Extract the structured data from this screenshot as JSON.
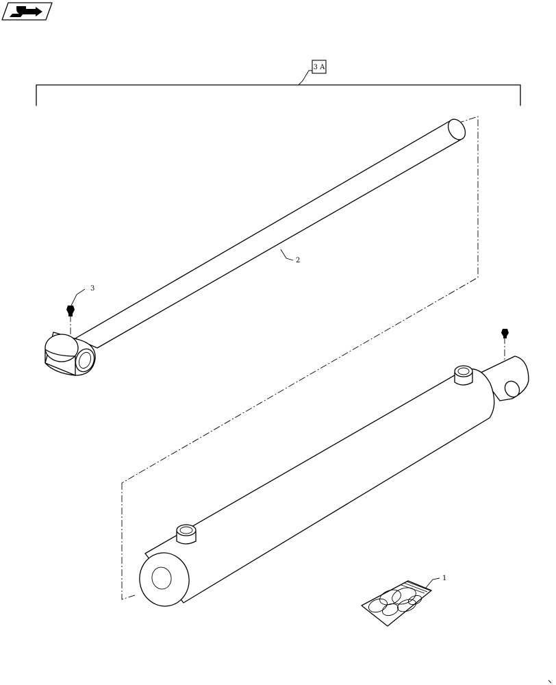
{
  "callouts": {
    "assembly": "3 A",
    "item_1": "1",
    "item_2": "2",
    "item_3": "3"
  },
  "icons": {
    "nav": "return-arrow-icon"
  }
}
